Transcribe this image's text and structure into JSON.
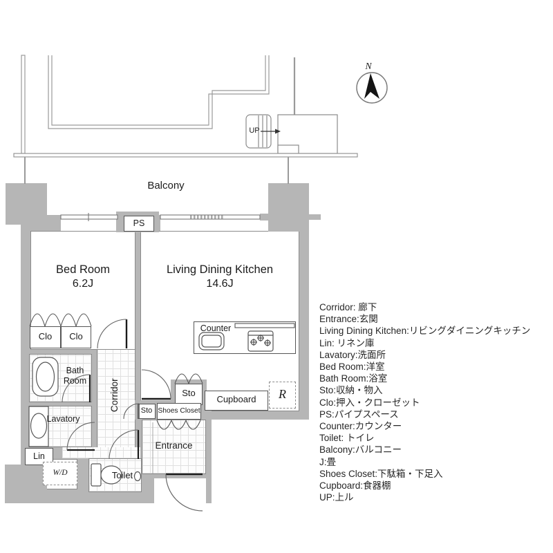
{
  "plan": {
    "balcony_label": "Balcony",
    "compass_north_label": "N",
    "stairs_up_label": "UP",
    "rooms": {
      "bed_room": {
        "name": "Bed Room",
        "size": "6.2J"
      },
      "living_dining_kitchen": {
        "name": "Living Dining Kitchen",
        "size": "14.6J"
      },
      "bath_room": {
        "line1": "Bath",
        "line2": "Room"
      },
      "lavatory": {
        "name": "Lavatory"
      },
      "corridor": {
        "name": "Corridor"
      },
      "entrance": {
        "name": "Entrance"
      },
      "toilet": {
        "name": "Toilet"
      },
      "counter": {
        "name": "Counter"
      },
      "cupboard": {
        "name": "Cupboard"
      },
      "shoes_closet": {
        "name": "Shoes Closet"
      },
      "storage_top": {
        "name": "Sto"
      },
      "storage_small": {
        "name": "Sto"
      },
      "closet_left": {
        "name": "Clo"
      },
      "closet_right": {
        "name": "Clo"
      },
      "pipe_space": {
        "name": "PS"
      },
      "linen": {
        "name": "Lin"
      },
      "washer_dryer": {
        "name": "W/D"
      },
      "refrigerator": {
        "name": "R"
      }
    },
    "legend": {
      "lines": [
        "Corridor: 廊下",
        "Entrance:玄関",
        "Living Dining Kitchen:リビングダイニングキッチン",
        "Lin: リネン庫",
        "Lavatory:洗面所",
        "Bed Room:洋室",
        "Bath Room:浴室",
        "Sto:収納・物入",
        "Clo:押入・クローゼット",
        "PS:パイプスペース",
        "Counter:カウンター",
        "Toilet: トイレ",
        "Balcony:バルコニー",
        "J:畳",
        "Shoes Closet:下駄箱・下足入",
        "Cupboard:食器棚",
        "UP:上ル"
      ]
    },
    "colors": {
      "wall": "#b6b6b6",
      "line": "#555555",
      "door": "#1a1a1a"
    }
  }
}
